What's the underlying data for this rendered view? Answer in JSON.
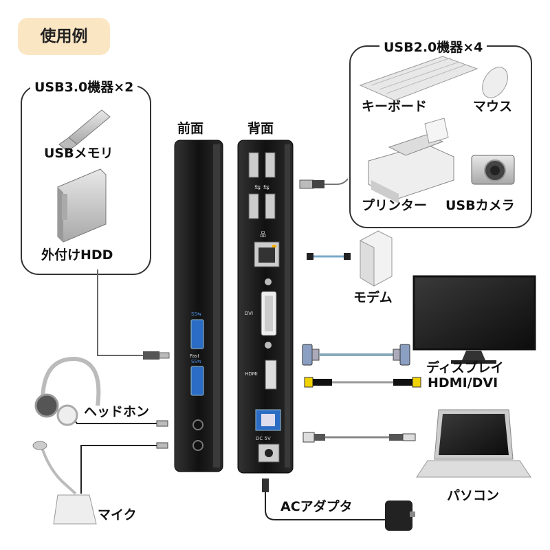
{
  "title": "使用例",
  "usb3_group": {
    "title": "USB3.0機器×2",
    "items": [
      "USBメモリ",
      "外付けHDD"
    ]
  },
  "usb2_group": {
    "title": "USB2.0機器×4",
    "items": [
      "キーボード",
      "マウス",
      "プリンター",
      "USBカメラ"
    ]
  },
  "dock": {
    "front_label": "前面",
    "back_label": "背面",
    "port_labels": {
      "dvi": "DVI",
      "hdmi": "HDMI",
      "fast": "Fast",
      "dc": "DC 5V"
    }
  },
  "devices": {
    "modem": "モデム",
    "display": "ディスプレイ\nHDMI/DVI",
    "display_line1": "ディスプレイ",
    "display_line2": "HDMI/DVI",
    "pc": "パソコン",
    "headphone": "ヘッドホン",
    "mic": "マイク",
    "ac_adapter": "ACアダプタ"
  },
  "colors": {
    "tag_bg": "#fbe6c4",
    "dock_body": "#1a1a1a",
    "usb3_blue": "#2b6cc4",
    "cable_gray": "#777777"
  }
}
